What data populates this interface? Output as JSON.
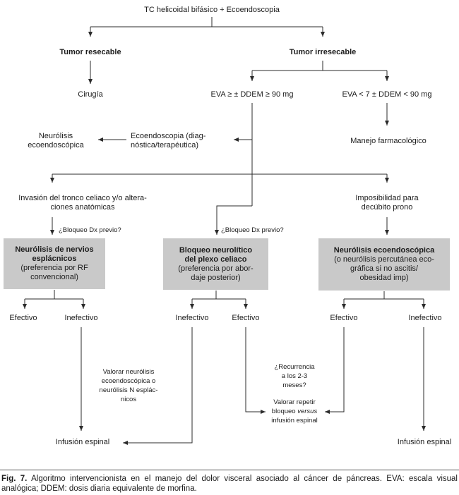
{
  "colors": {
    "box_fill": "#c9c9c9",
    "line": "#2b2b2b"
  },
  "nodes": {
    "root": "TC helicoidal bifásico + Ecoendoscopia",
    "tumor_resecable": "Tumor resecable",
    "tumor_irresecable": "Tumor irresecable",
    "cirugia": "Cirugía",
    "eva_alta": "EVA ≥ ± DDEM ≥ 90 mg",
    "eva_baja": "EVA < 7 ± DDEM < 90 mg",
    "neurolisis_ecoendoscopica": "Neurólisis\necoendoscópica",
    "ecoendoscopia": "Ecoendoscopia (diag-\nnóstica/terapéutica)",
    "manejo_farmacologico": "Manejo farmacológico",
    "invasion_tronco": "Invasión del tronco celiaco y/o altera-\nciones anatómicas",
    "imposibilidad_decubito": "Imposibilidad para\ndecúbito prono",
    "bloqueo_dx_izq": "¿Bloqueo Dx previo?",
    "bloqueo_dx_centro": "¿Bloqueo Dx previo?"
  },
  "boxes": {
    "esplacnicos": {
      "title": "Neurólisis de nervios\nesplácnicos",
      "detail": "(preferencia por RF\nconvencional)"
    },
    "plexo_celiaco": {
      "title": "Bloqueo neurolítico\ndel plexo celiaco",
      "detail": "(preferencia por abor-\ndaje posterior)"
    },
    "ecoendoscopica": {
      "title": "Neurólisis ecoendoscópica",
      "detail": "(o neurólisis percutánea eco-\ngráfica si no ascitis/\nobesidad imp)"
    }
  },
  "outcomes": {
    "izq_efectivo": "Efectivo",
    "izq_inefectivo": "Inefectivo",
    "centro_inefectivo": "Inefectivo",
    "centro_efectivo": "Efectivo",
    "der_efectivo": "Efectivo",
    "der_inefectivo": "Inefectivo"
  },
  "annotations": {
    "valorar_neurolisis": "Valorar neurólisis\necoendoscópica o\nneurólisis N esplác-\nnicos",
    "recurrencia": "¿Recurrencia\na los 2-3\nmeses?",
    "valorar_repetir_pre": "Valorar repetir\nbloqueo ",
    "valorar_repetir_italic": "versus",
    "valorar_repetir_post": "\ninfusión espinal",
    "infusion_espinal_izq": "Infusión espinal",
    "infusion_espinal_der": "Infusión espinal"
  },
  "caption": {
    "label": "Fig. 7.",
    "text": " Algoritmo intervencionista en el manejo del dolor visceral asociado al cáncer de páncreas. EVA: escala visual analógica; DDEM: dosis diaria equivalente de morfina."
  }
}
